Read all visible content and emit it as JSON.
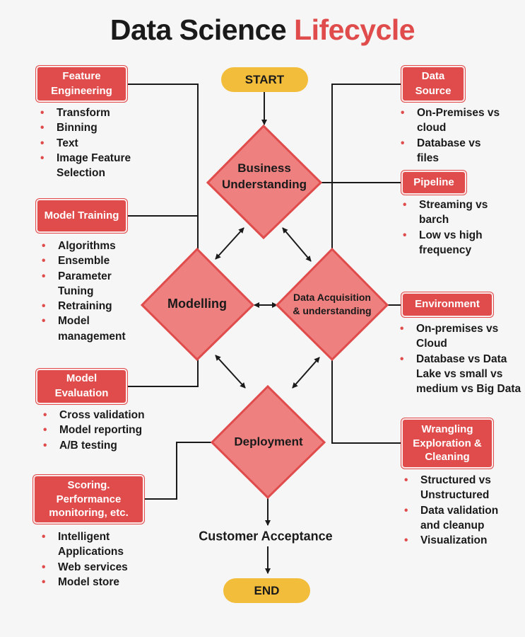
{
  "title": {
    "main": "Data Science",
    "accent": "Lifecycle"
  },
  "start_label": "START",
  "end_label": "END",
  "diamonds": {
    "business": "Business\nUnderstanding",
    "modelling": "Modelling",
    "acquisition": "Data Acquisition\n& understanding",
    "deployment": "Deployment"
  },
  "customer_acceptance": "Customer Acceptance",
  "boxes": {
    "feature_engineering": {
      "label": "Feature\nEngineering",
      "items": [
        "Transform",
        "Binning",
        "Text",
        "Image Feature\nSelection"
      ]
    },
    "model_training": {
      "label": "Model Training",
      "items": [
        "Algorithms",
        "Ensemble",
        "Parameter\nTuning",
        "Retraining",
        "Model\nmanagement"
      ]
    },
    "model_evaluation": {
      "label": "Model\nEvaluation",
      "items": [
        "Cross validation",
        "Model reporting",
        "A/B testing"
      ]
    },
    "scoring": {
      "label": "Scoring.\nPerformance\nmonitoring, etc.",
      "items": [
        "Intelligent\nApplications",
        "Web services",
        "Model store"
      ]
    },
    "data_source": {
      "label": "Data\nSource",
      "items": [
        "On-Premises vs\ncloud",
        "Database vs\nfiles"
      ]
    },
    "pipeline": {
      "label": "Pipeline",
      "items": [
        "Streaming vs\nbarch",
        "Low vs high\nfrequency"
      ]
    },
    "environment": {
      "label": "Environment",
      "items": [
        "On-premises vs\nCloud",
        "Database vs Data\nLake vs small vs\nmedium vs Big Data"
      ]
    },
    "wrangling": {
      "label": "Wrangling\nExploration &\nCleaning",
      "items": [
        "Structured vs\nUnstructured",
        "Data validation\nand cleanup",
        "Visualization"
      ]
    }
  },
  "colors": {
    "accent_red": "#e04b4b",
    "diamond_fill": "#ee8080",
    "pill_yellow": "#f2bd3b",
    "background": "#f6f6f6"
  }
}
